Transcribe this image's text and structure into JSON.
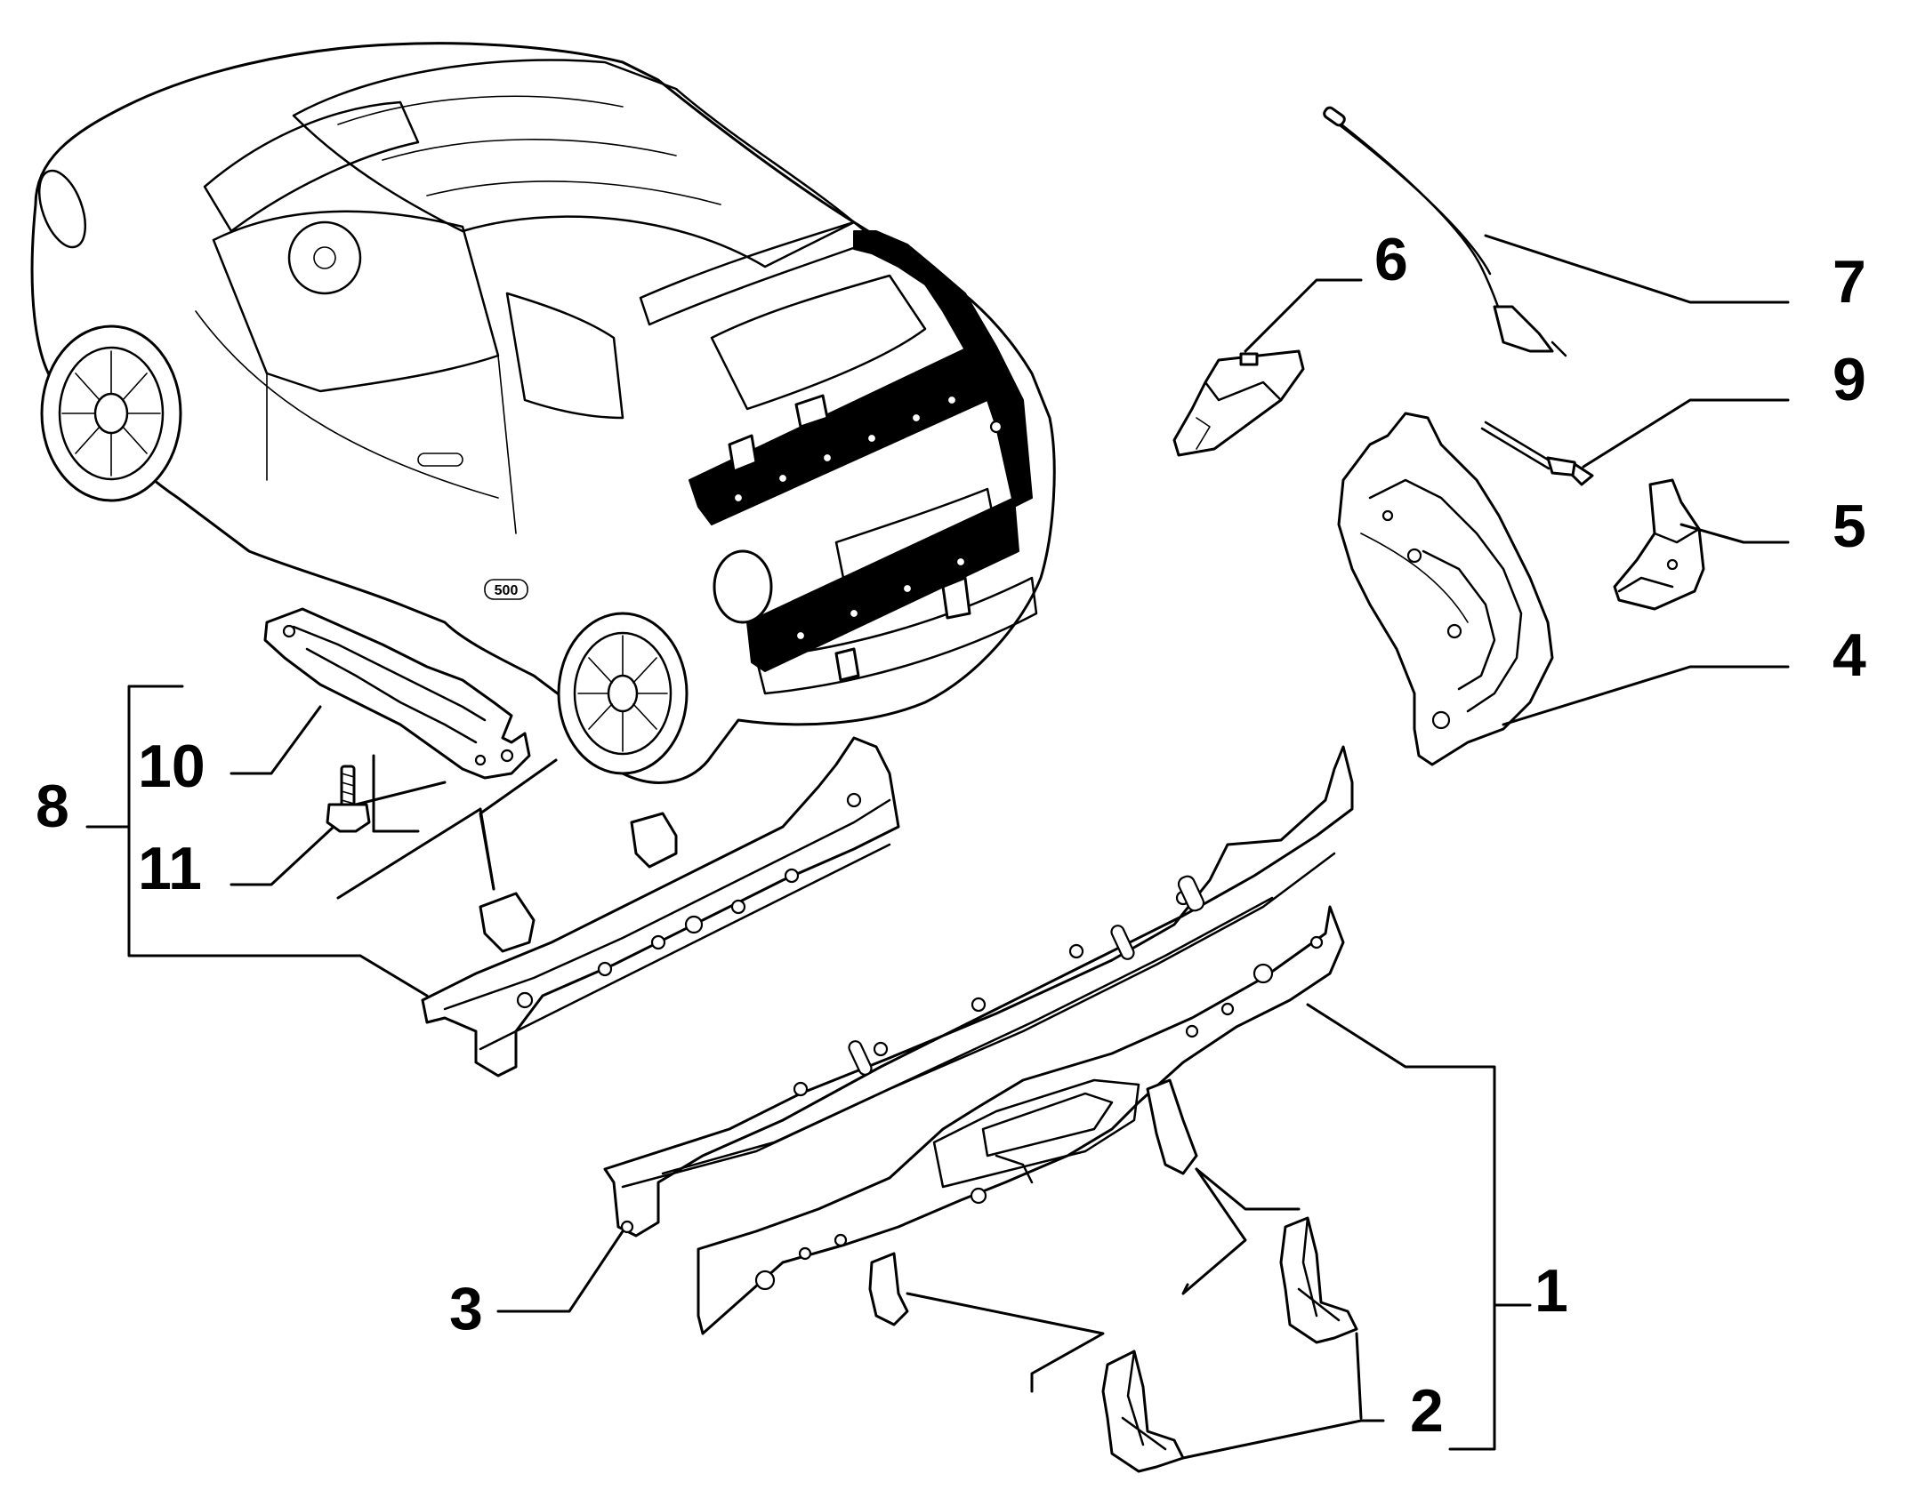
{
  "diagram": {
    "callouts": [
      {
        "id": "c1",
        "label": "1"
      },
      {
        "id": "c2",
        "label": "2"
      },
      {
        "id": "c3",
        "label": "3"
      },
      {
        "id": "c4",
        "label": "4"
      },
      {
        "id": "c5",
        "label": "5"
      },
      {
        "id": "c6",
        "label": "6"
      },
      {
        "id": "c7",
        "label": "7"
      },
      {
        "id": "c8",
        "label": "8"
      },
      {
        "id": "c9",
        "label": "9"
      },
      {
        "id": "c10",
        "label": "10"
      },
      {
        "id": "c11",
        "label": "11"
      }
    ],
    "car_badge": "500"
  },
  "colors": {
    "ink": "#000000",
    "paper": "#ffffff"
  }
}
